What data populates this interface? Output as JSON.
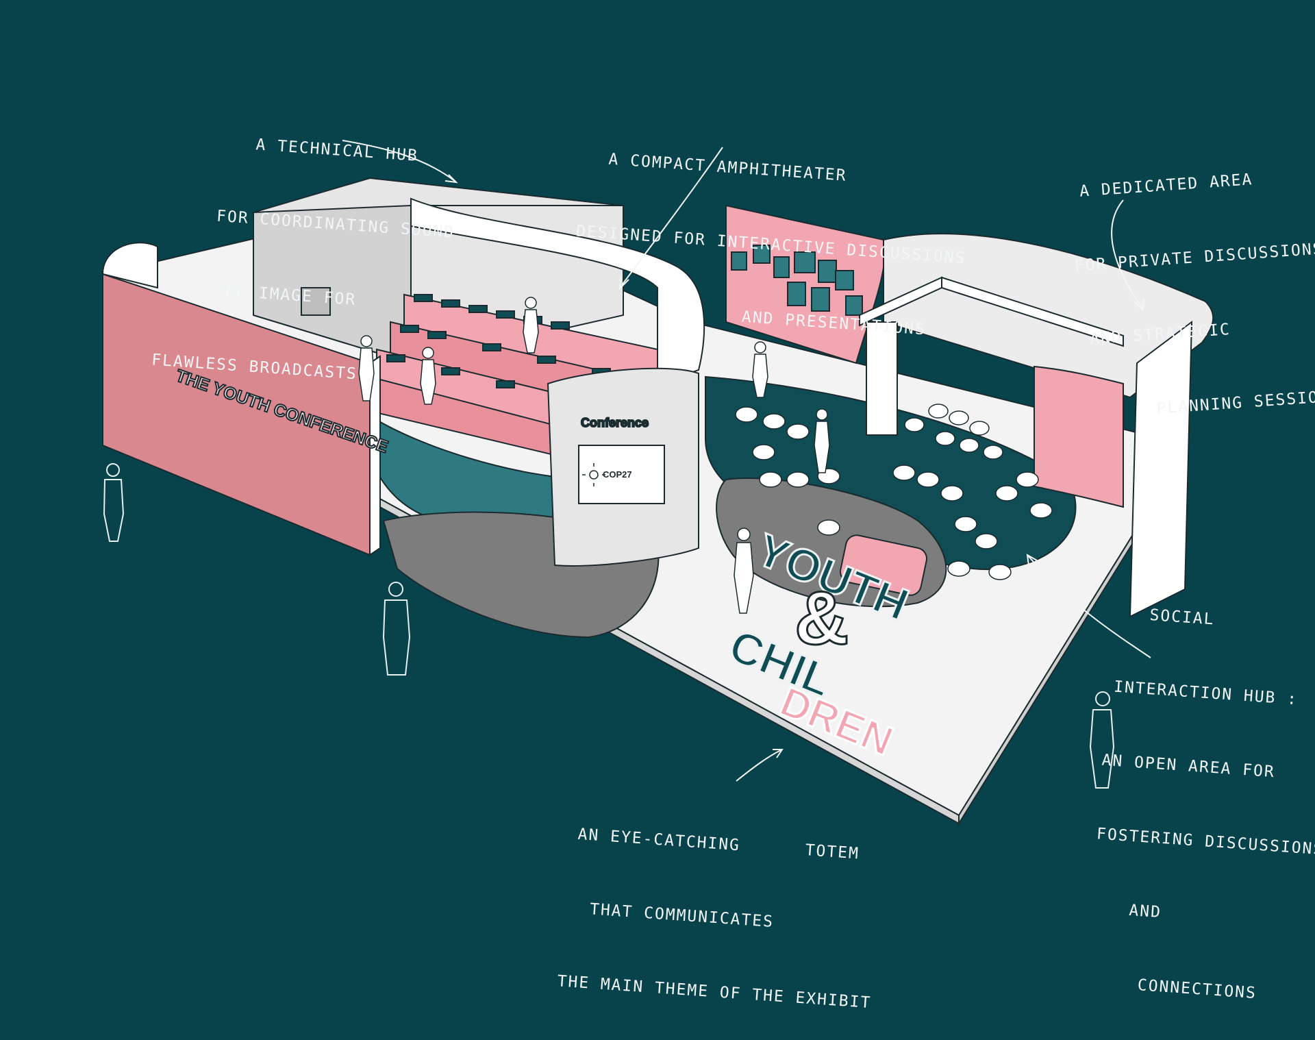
{
  "colors": {
    "background": "#08434b",
    "pink": "#d9888f",
    "light_pink": "#f2a6b2",
    "teal_floor": "#2e7a80",
    "dark_teal": "#0f4c53",
    "wall_white": "#e6e6e6",
    "floor_white": "#f3f3f3",
    "grey": "#7d7d7d",
    "line": "#1a2a2e"
  },
  "booth": {
    "banner_text": "THE YOUTH CONFERENCE",
    "pod_title": "Conference",
    "screen_logo": "COP27"
  },
  "totem": {
    "word_youth": "YOUTH",
    "ampersand": "&",
    "word_chil": "CHIL",
    "word_dren": "DREN"
  },
  "annotations": [
    {
      "id": "technical-hub",
      "lines": [
        "A technical hub",
        "for coordinating sound",
        "and image for",
        "flawless broadcasts"
      ]
    },
    {
      "id": "amphitheater",
      "lines": [
        "A compact amphitheater",
        "designed for interactive discussions",
        "and presentations"
      ]
    },
    {
      "id": "dedicated-area",
      "lines": [
        "A dedicated area",
        "for private discussions",
        "and strategic",
        "planning sessions"
      ]
    },
    {
      "id": "social-hub",
      "lines": [
        "Social",
        "interaction hub :",
        "an open area for",
        "fostering discussions",
        "and",
        "connections"
      ]
    },
    {
      "id": "totem",
      "lines": [
        "An eye-catching      totem",
        "that communicates",
        "the main theme of the exhibit"
      ]
    }
  ]
}
